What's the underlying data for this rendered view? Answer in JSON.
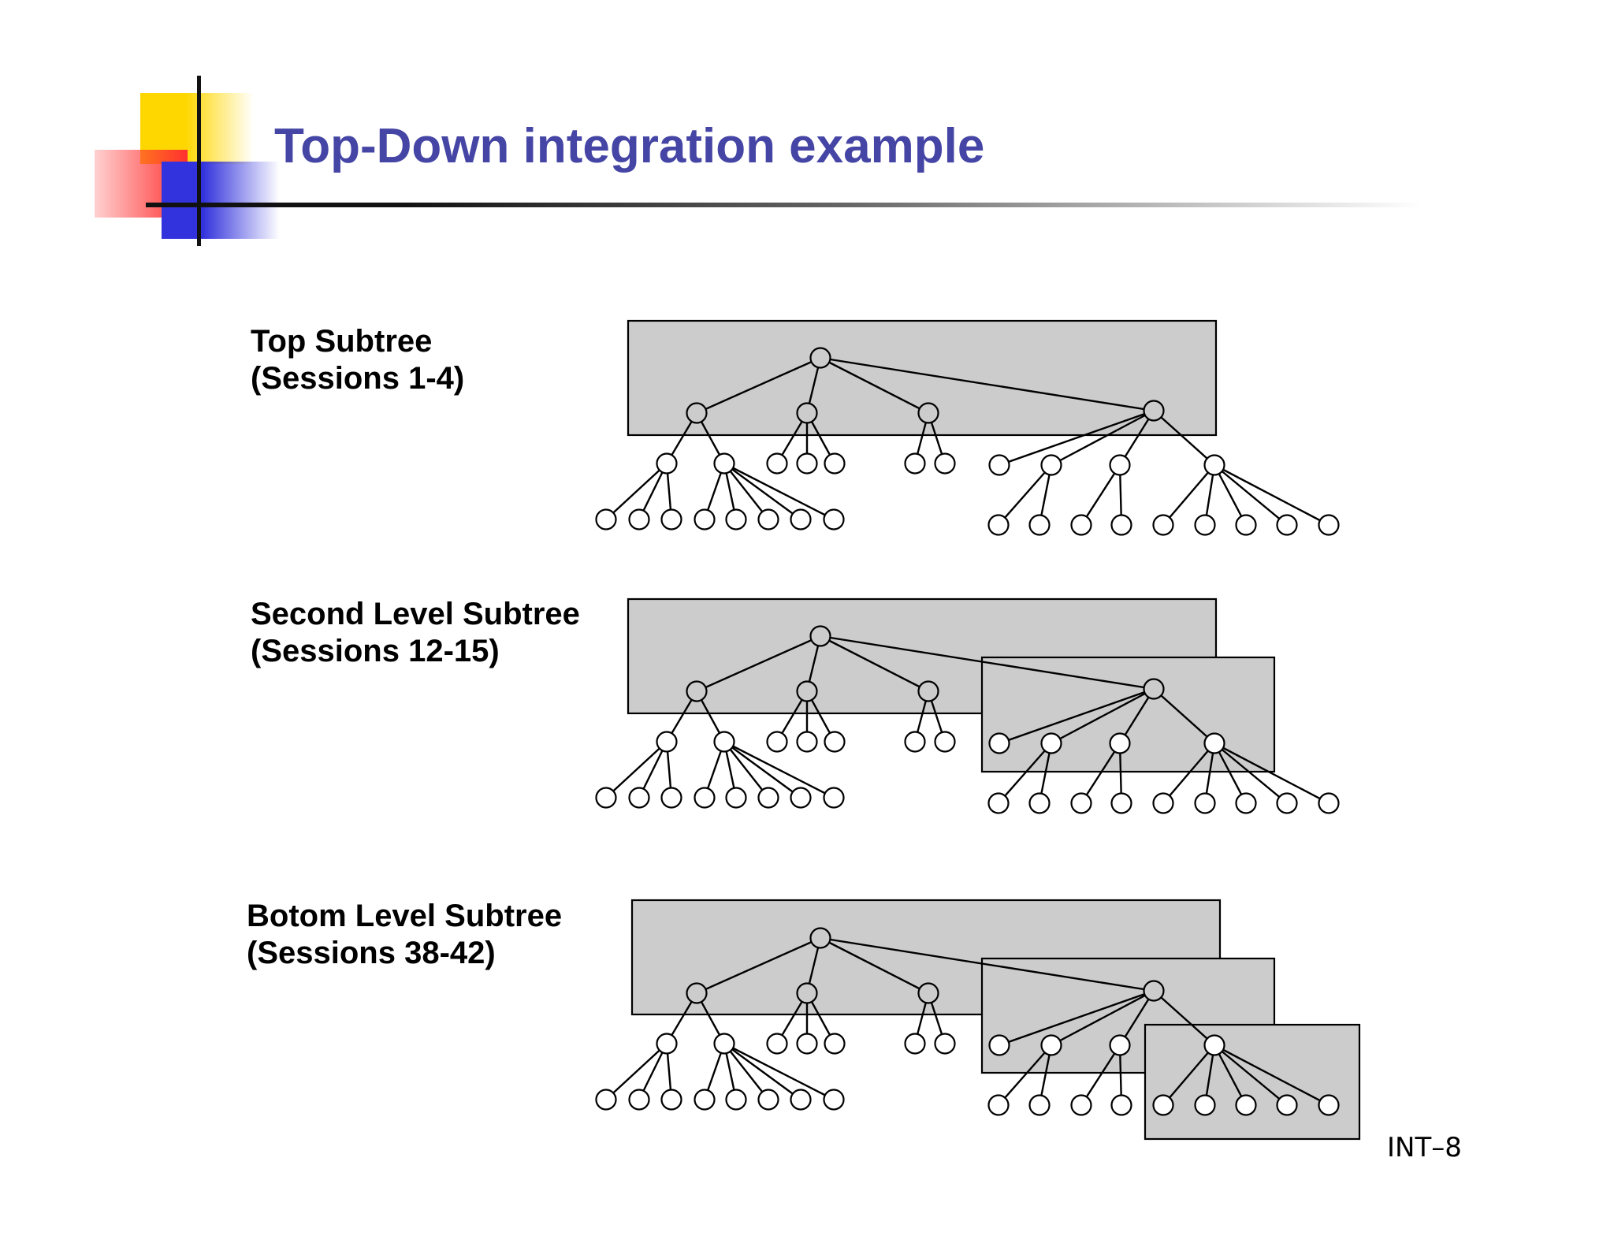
{
  "slide": {
    "title": "Top-Down integration example",
    "page_number": "INT–8"
  },
  "panels": [
    {
      "label_line1": "Top Subtree",
      "label_line2": "(Sessions 1-4)"
    },
    {
      "label_line1": "Second Level Subtree",
      "label_line2": "(Sessions 12-15)"
    },
    {
      "label_line1": "Botom Level Subtree",
      "label_line2": "(Sessions 38-42)"
    }
  ],
  "colors": {
    "title": "#4545A5",
    "highlight_box": "#CCCCCC",
    "node_top": "#CCCCCC",
    "node_leaf": "#FFFFFF"
  }
}
